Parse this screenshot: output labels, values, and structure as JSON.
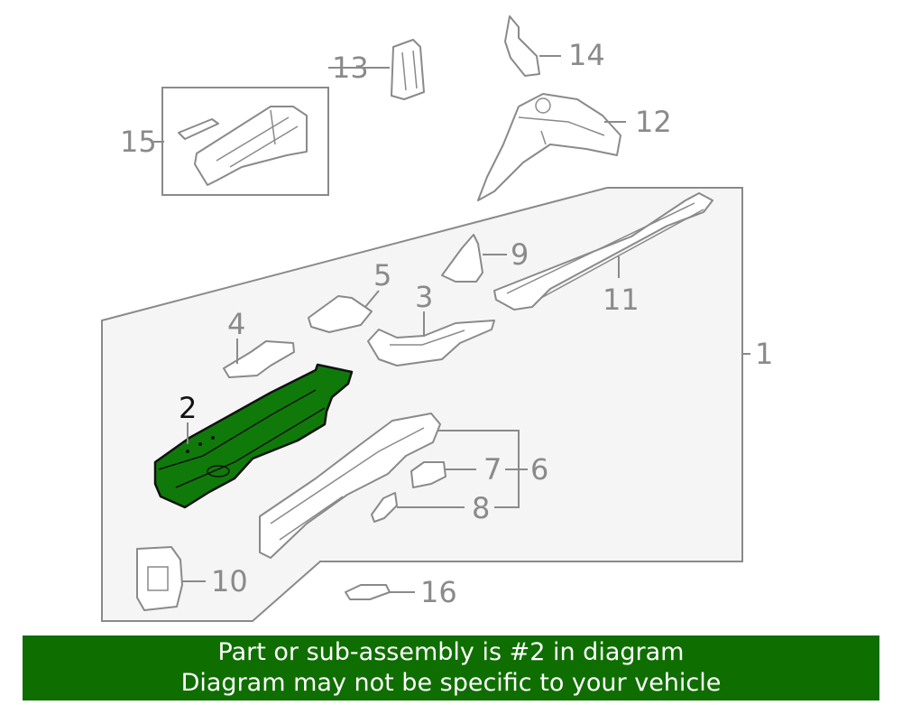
{
  "diagram": {
    "callouts": [
      "1",
      "2",
      "3",
      "4",
      "5",
      "6",
      "7",
      "8",
      "9",
      "10",
      "11",
      "12",
      "13",
      "14",
      "15",
      "16"
    ],
    "highlighted_part": "2",
    "colors": {
      "line": "#8a8a8a",
      "panel_fill": "#f5f5f5",
      "highlight_fill": "#0f7a0a",
      "banner": "#0f6e00"
    }
  },
  "banner": {
    "line1": "Part or sub-assembly is #2 in diagram",
    "line2": "Diagram may not be specific to your vehicle"
  }
}
